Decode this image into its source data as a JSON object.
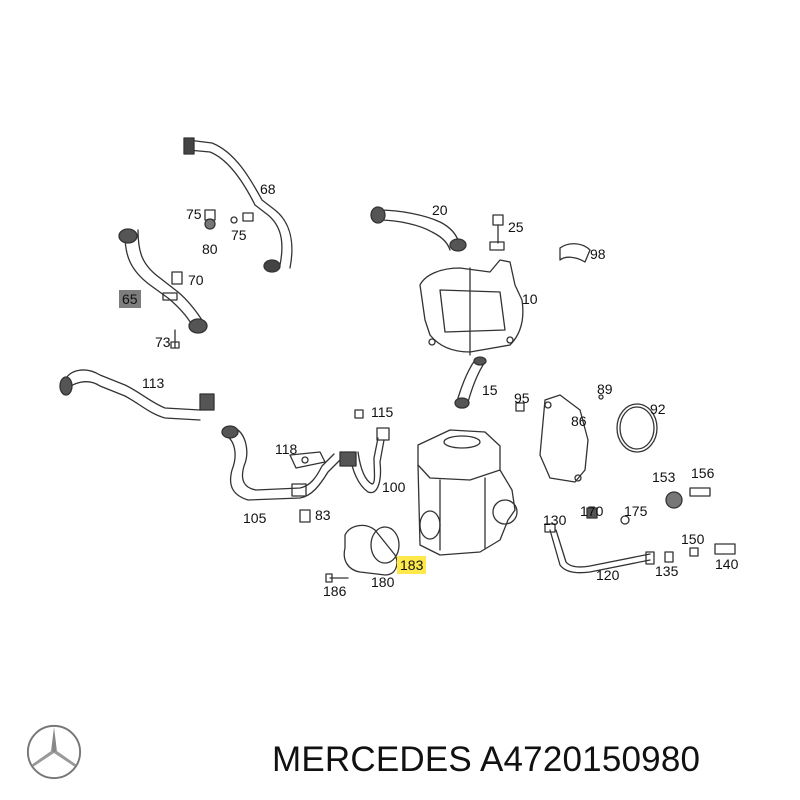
{
  "callouts": [
    {
      "id": "c68",
      "text": "68"
    },
    {
      "id": "c75a",
      "text": "75"
    },
    {
      "id": "c75b",
      "text": "75"
    },
    {
      "id": "c80",
      "text": "80"
    },
    {
      "id": "c70",
      "text": "70"
    },
    {
      "id": "c65",
      "text": "65"
    },
    {
      "id": "c73",
      "text": "73"
    },
    {
      "id": "c20",
      "text": "20"
    },
    {
      "id": "c25",
      "text": "25"
    },
    {
      "id": "c98",
      "text": "98"
    },
    {
      "id": "c10",
      "text": "10"
    },
    {
      "id": "c113",
      "text": "113"
    },
    {
      "id": "c15",
      "text": "15"
    },
    {
      "id": "c95",
      "text": "95"
    },
    {
      "id": "c89",
      "text": "89"
    },
    {
      "id": "c92",
      "text": "92"
    },
    {
      "id": "c86",
      "text": "86"
    },
    {
      "id": "c115",
      "text": "115"
    },
    {
      "id": "c118",
      "text": "118"
    },
    {
      "id": "c100",
      "text": "100"
    },
    {
      "id": "c153",
      "text": "153"
    },
    {
      "id": "c156",
      "text": "156"
    },
    {
      "id": "c105",
      "text": "105"
    },
    {
      "id": "c83",
      "text": "83"
    },
    {
      "id": "c130",
      "text": "130"
    },
    {
      "id": "c170",
      "text": "170"
    },
    {
      "id": "c175",
      "text": "175"
    },
    {
      "id": "c150",
      "text": "150"
    },
    {
      "id": "c183",
      "text": "183"
    },
    {
      "id": "c120",
      "text": "120"
    },
    {
      "id": "c135",
      "text": "135"
    },
    {
      "id": "c140",
      "text": "140"
    },
    {
      "id": "c180",
      "text": "180"
    },
    {
      "id": "c186",
      "text": "186"
    }
  ],
  "footer": {
    "brand": "MERCEDES",
    "part_number": "A4720150980"
  },
  "icons": {
    "logo": "mercedes-star-icon"
  },
  "colors": {
    "highlight": "#ffe94a",
    "boxed_label": "#7d7d7d",
    "line": "#333333"
  }
}
